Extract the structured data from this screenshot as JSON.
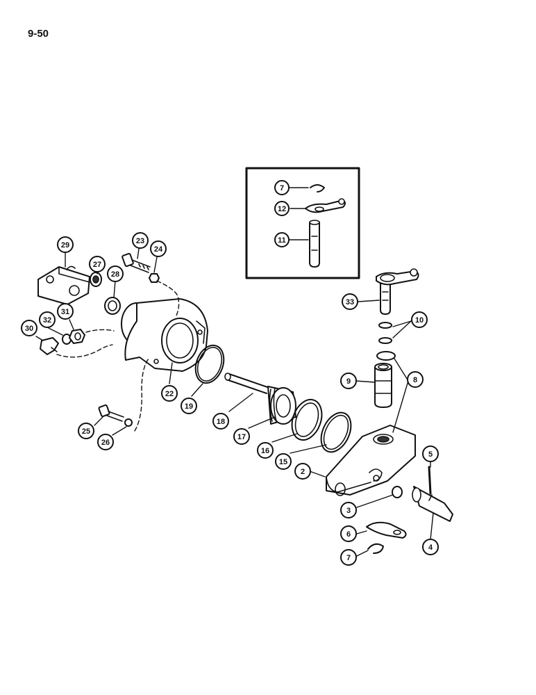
{
  "page": {
    "number": "9-50"
  },
  "callouts": [
    {
      "id": "c7a",
      "label": "7"
    },
    {
      "id": "c12",
      "label": "12"
    },
    {
      "id": "c11",
      "label": "11"
    },
    {
      "id": "c29",
      "label": "29"
    },
    {
      "id": "c23",
      "label": "23"
    },
    {
      "id": "c24",
      "label": "24"
    },
    {
      "id": "c27",
      "label": "27"
    },
    {
      "id": "c28",
      "label": "28"
    },
    {
      "id": "c32",
      "label": "32"
    },
    {
      "id": "c31",
      "label": "31"
    },
    {
      "id": "c30",
      "label": "30"
    },
    {
      "id": "c22",
      "label": "22"
    },
    {
      "id": "c19",
      "label": "19"
    },
    {
      "id": "c18",
      "label": "18"
    },
    {
      "id": "c17",
      "label": "17"
    },
    {
      "id": "c16",
      "label": "16"
    },
    {
      "id": "c15",
      "label": "15"
    },
    {
      "id": "c25",
      "label": "25"
    },
    {
      "id": "c26",
      "label": "26"
    },
    {
      "id": "c33",
      "label": "33"
    },
    {
      "id": "c10",
      "label": "10"
    },
    {
      "id": "c9",
      "label": "9"
    },
    {
      "id": "c8",
      "label": "8"
    },
    {
      "id": "c5",
      "label": "5"
    },
    {
      "id": "c2",
      "label": "2"
    },
    {
      "id": "c3",
      "label": "3"
    },
    {
      "id": "c4",
      "label": "4"
    },
    {
      "id": "c6",
      "label": "6"
    },
    {
      "id": "c7b",
      "label": "7"
    }
  ]
}
